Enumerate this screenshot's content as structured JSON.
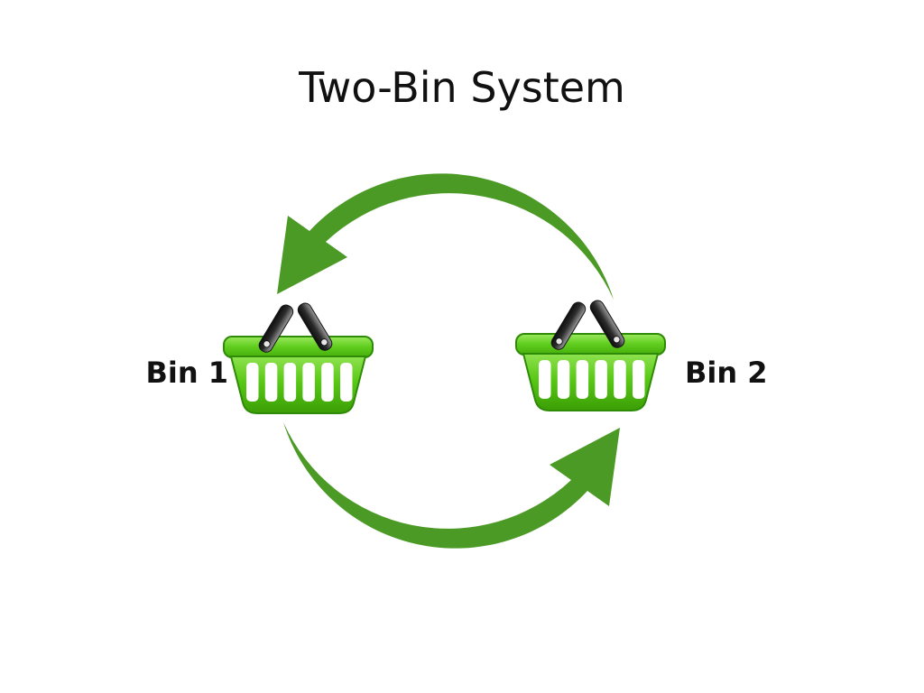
{
  "title": "Two-Bin System",
  "diagram": {
    "bin1_label": "Bin 1",
    "bin2_label": "Bin 2"
  },
  "colors": {
    "arrow_green": "#4C9A26",
    "basket_light": "#8FE24F",
    "basket_mid": "#58C815",
    "basket_dark": "#3B9E06",
    "rim_light": "#9BE95E",
    "rim_mid": "#5FCD1D",
    "rim_dark": "#46AE0C",
    "handle_dark": "#0E0E0E",
    "handle_mid": "#2B2B2B",
    "handle_light": "#9A9A9A",
    "hole_fill": "#E6E6E6",
    "text_color": "#111111",
    "background": "#FFFFFF"
  }
}
